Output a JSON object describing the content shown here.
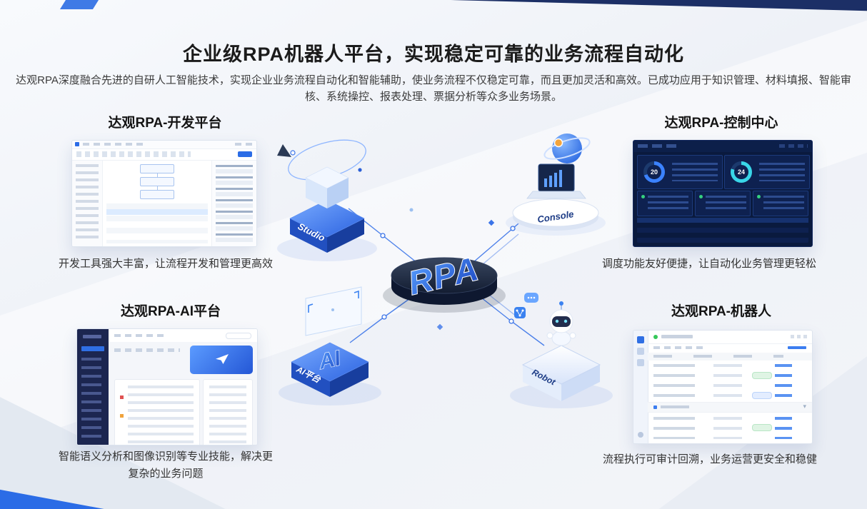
{
  "page": {
    "title": "企业级RPA机器人平台，实现稳定可靠的业务流程自动化",
    "subtitle": "达观RPA深度融合先进的自研人工智能技术，实现企业业务流程自动化和智能辅助，使业务流程不仅稳定可靠，而且更加灵活和高效。已成功应用于知识管理、材料填报、智能审核、系统操控、报表处理、票据分析等众多业务场景。"
  },
  "sections": {
    "studio": {
      "title": "达观RPA-开发平台",
      "caption": "开发工具强大丰富，让流程开发和管理更高效"
    },
    "console": {
      "title": "达观RPA-控制中心",
      "caption": "调度功能友好便捷，让自动化业务管理更轻松"
    },
    "ai": {
      "title": "达观RPA-AI平台",
      "caption": "智能语义分析和图像识别等专业技能，解决更复杂的业务问题"
    },
    "robot": {
      "title": "达观RPA-机器人",
      "caption": "流程执行可审计回溯，业务运营更安全和稳健"
    }
  },
  "diagram": {
    "center_label": "RPA",
    "studio_label": "Studio",
    "console_label": "Console",
    "ai_glyph": "AI",
    "ai_platform_label": "AI平台",
    "robot_label": "Robot"
  },
  "console_dashboard": {
    "gauge_left": "20",
    "gauge_right": "24"
  },
  "colors": {
    "accent_blue": "#2b6ce6",
    "dark_navy": "#0a1a3e",
    "success_green": "#35d07f"
  }
}
